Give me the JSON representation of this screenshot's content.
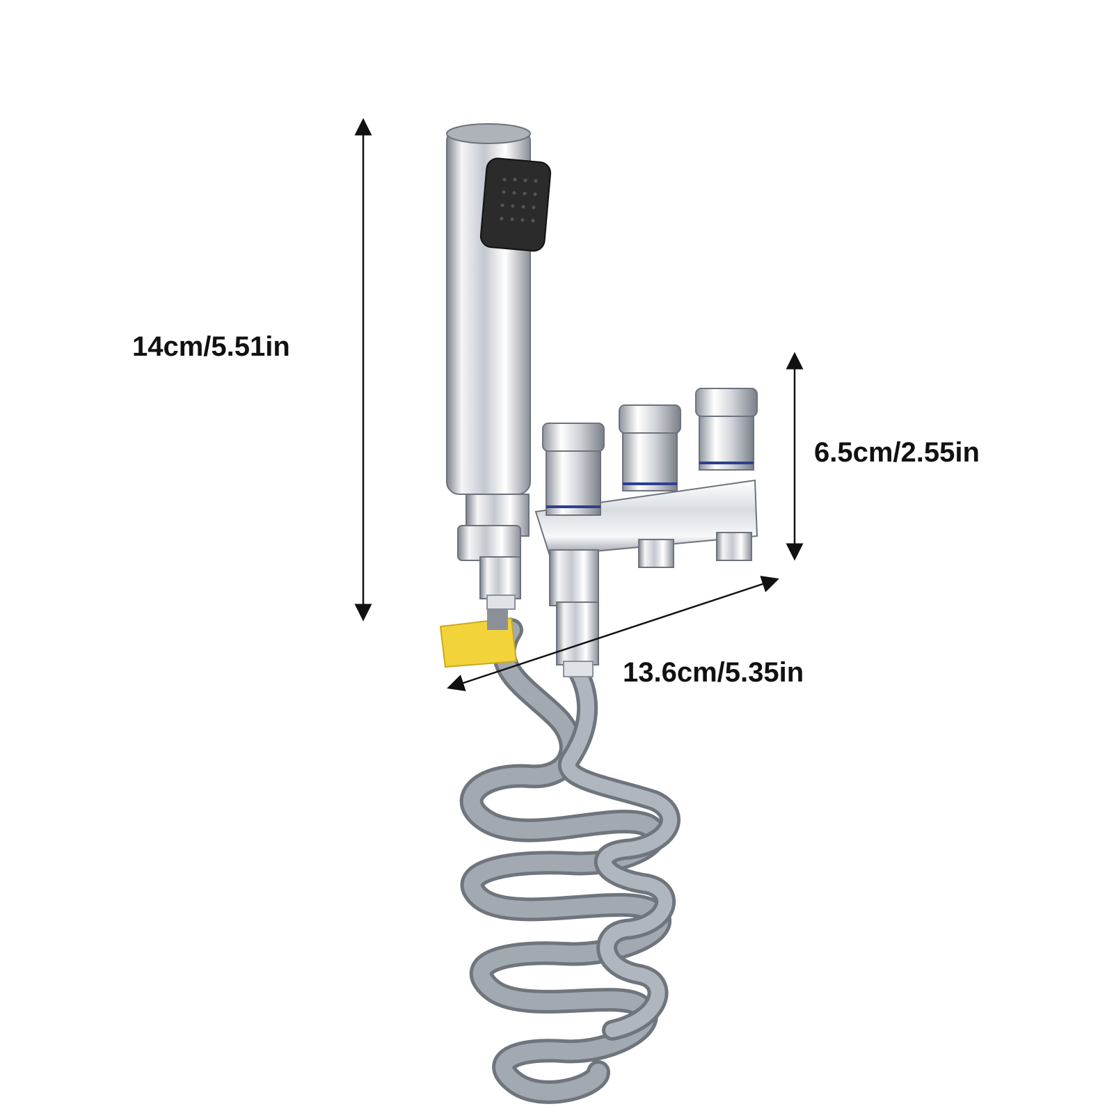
{
  "dimensions": {
    "height_label": "14cm/5.51in",
    "valve_height_label": "6.5cm/2.55in",
    "width_label": "13.6cm/5.35in"
  },
  "colors": {
    "background": "#ffffff",
    "text": "#111111",
    "arrow": "#111111",
    "chrome_light": "#f2f3f5",
    "chrome_mid": "#b9bec6",
    "chrome_dark": "#6d737c",
    "hose": "#9aa0a8",
    "hose_dark": "#6f757d",
    "spray_face": "#2b2b2b",
    "tag": "#f2d43a",
    "seal_ring": "#2f3f8f"
  }
}
